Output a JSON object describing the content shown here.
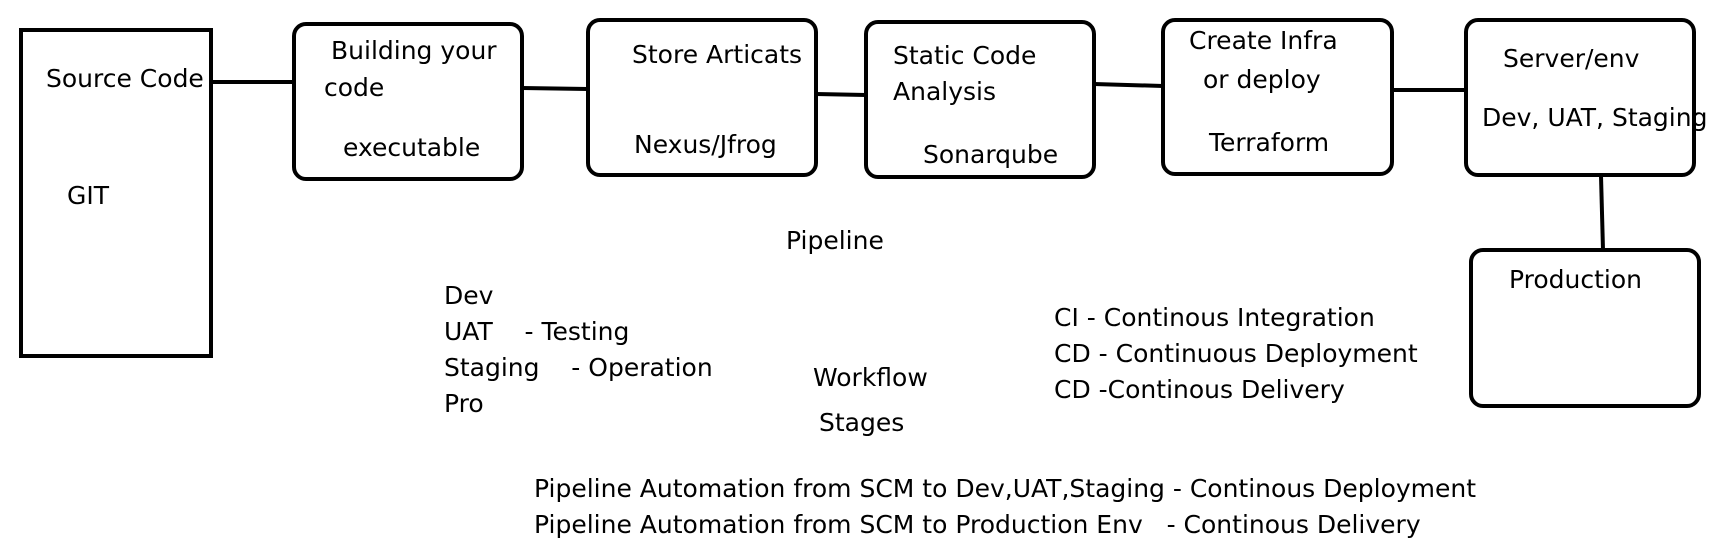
{
  "boxes": {
    "source": {
      "line1": "Source Code",
      "line2": "GIT"
    },
    "build": {
      "line1": "Building your",
      "line2": "code",
      "line3": "executable"
    },
    "store": {
      "line1": "Store Articats",
      "line2": "Nexus/Jfrog"
    },
    "static": {
      "line1": "Static Code",
      "line2": "Analysis",
      "line3": "Sonarqube"
    },
    "infra": {
      "line1": "Create Infra",
      "line2": "or deploy",
      "line3": "Terraform"
    },
    "server": {
      "line1": "Server/env",
      "line2": "Dev, UAT, Staging"
    },
    "production": {
      "line1": "Production"
    }
  },
  "labels": {
    "pipeline": "Pipeline",
    "workflow": "Workflow",
    "stages": "Stages"
  },
  "envs": [
    "Dev",
    "UAT    - Testing",
    "Staging    - Operation",
    "Pro"
  ],
  "ci_cd": [
    "CI - Continous Integration",
    "CD - Continuous Deployment",
    "CD -Continous Delivery"
  ],
  "automation": [
    "Pipeline Automation from SCM to Dev,UAT,Staging - Continous Deployment",
    "Pipeline Automation from SCM to Production Env   - Continous Delivery"
  ]
}
